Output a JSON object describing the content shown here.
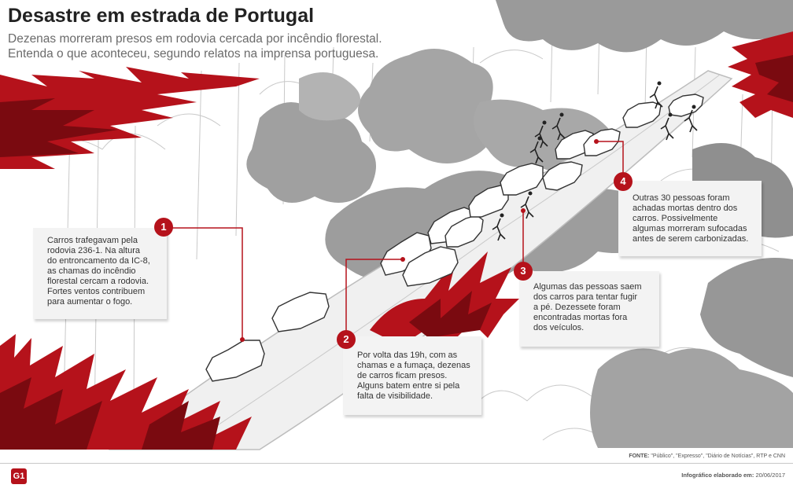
{
  "header": {
    "title": "Desastre em estrada de Portugal",
    "subtitle_line1": "Dezenas morreram presos em rodovia cercada por incêndio florestal.",
    "subtitle_line2": "Entenda o que aconteceu, segundo relatos na imprensa portuguesa."
  },
  "callouts": [
    {
      "number": "1",
      "lines": [
        "Carros trafegavam pela",
        "rodovia 236-1. Na altura",
        "do entroncamento da IC-8,",
        "as chamas do incêndio",
        "florestal cercam a rodovia.",
        "Fortes ventos contribuem",
        "para aumentar o fogo."
      ]
    },
    {
      "number": "2",
      "lines": [
        "Por volta das 19h, com as",
        "chamas e a fumaça, dezenas",
        "de carros ficam presos.",
        "Alguns batem entre si pela",
        "falta de visibilidade."
      ]
    },
    {
      "number": "3",
      "lines": [
        "Algumas das pessoas saem",
        "dos carros para tentar fugir",
        "a pé. Dezessete foram",
        "encontradas mortas fora",
        "dos veículos."
      ]
    },
    {
      "number": "4",
      "lines": [
        "Outras 30 pessoas foram",
        "achadas mortas dentro dos",
        "carros. Possivelmente",
        "algumas morreram sufocadas",
        "antes de serem carbonizadas."
      ]
    }
  ],
  "footer": {
    "source_label": "FONTE:",
    "source_text": "\"Público\", \"Expresso\", \"Diário de Notícias\", RTP e CNN",
    "credit_label": "Infográfico elaborado em:",
    "credit_date": "20/06/2017",
    "logo": "G1"
  },
  "colors": {
    "fire_dark": "#7a0a10",
    "fire_red": "#b5121b",
    "smoke": "#8f8f8f",
    "smoke_light": "#bdbdbd",
    "road": "#ececec",
    "accent": "#b5121b"
  },
  "icons": [
    "fire-shape",
    "smoke-cloud",
    "tree-sketch",
    "car-icon",
    "running-person-icon"
  ]
}
